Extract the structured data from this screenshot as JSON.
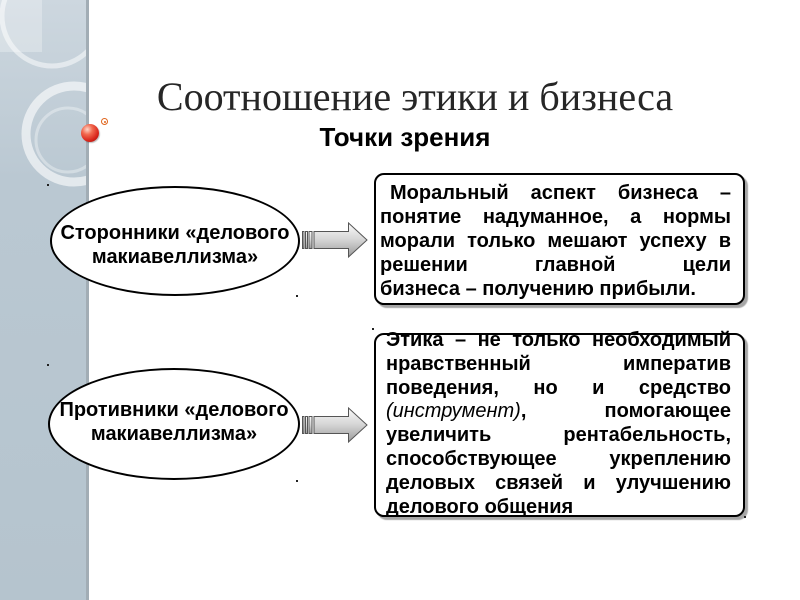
{
  "slide": {
    "title": "Соотношение этики и бизнеса",
    "subtitle": "Точки зрения"
  },
  "viewpoints": [
    {
      "position_lines": [
        "Сторонники «делового",
        "макиавеллизма»"
      ],
      "statement_lines": [
        "Моральный аспект бизнеса –",
        "понятие надуманное, а нормы",
        "морали только мешают успеху в",
        "решении главной цели",
        "бизнеса – получению прибыли."
      ]
    },
    {
      "position_lines": [
        "Противники «делового",
        "макиавеллизма»"
      ],
      "statement_lines": [
        "Этика – не только необходимый",
        "нравственный императив",
        "поведения, но и средство",
        {
          "italic": "(инструмент)",
          "text": ", помогающее"
        },
        "увеличить рентабельность,",
        "способствующее укреплению",
        "деловых связей и улучшению",
        "делового общения"
      ]
    }
  ],
  "theme": {
    "side_panel": "#bac8d2",
    "accent": "#d9261c"
  }
}
